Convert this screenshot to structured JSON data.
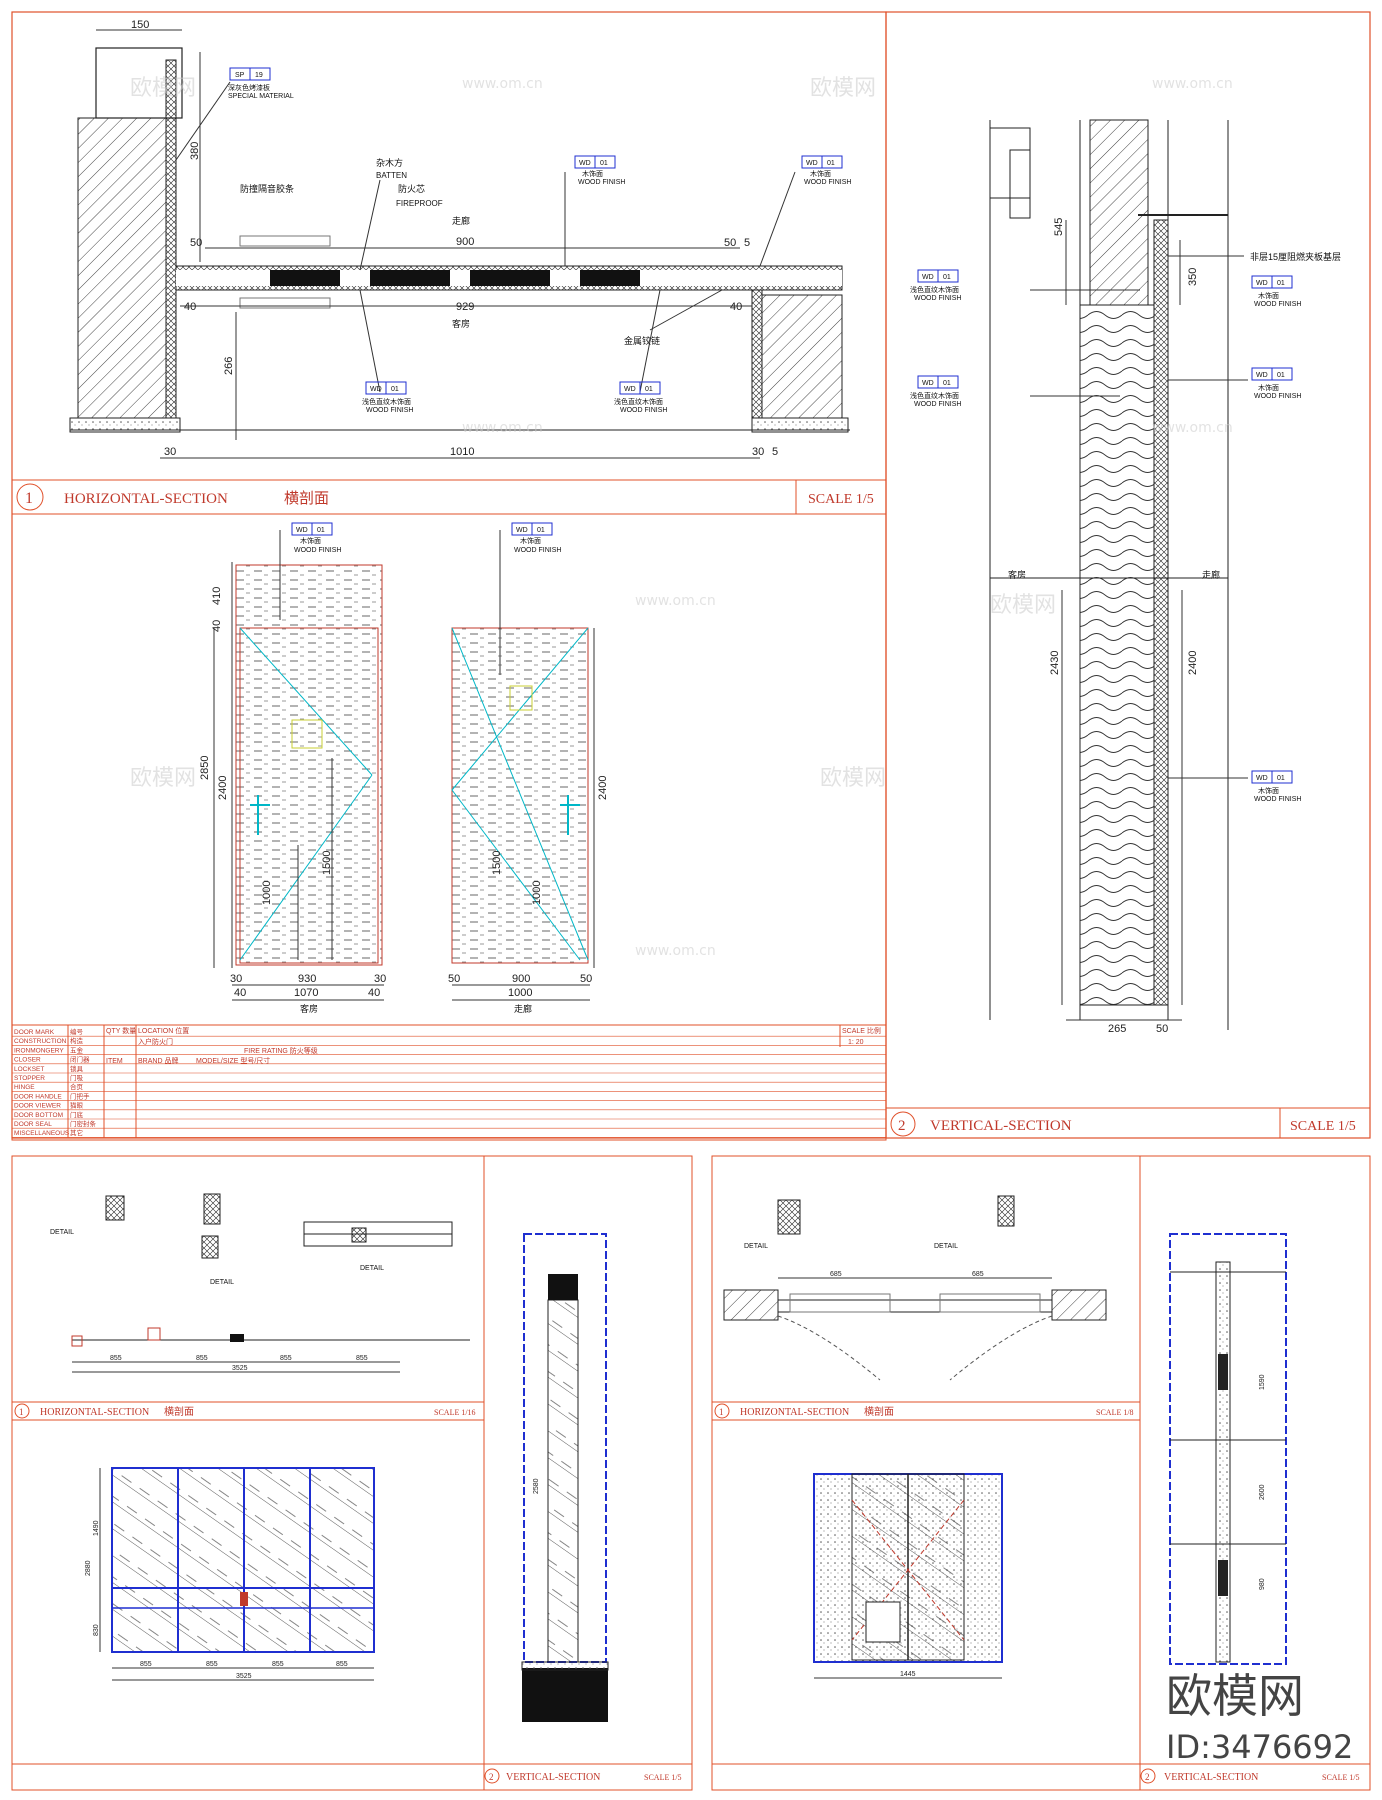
{
  "sheet1": {
    "horizontal_section": {
      "num": "1",
      "title": "HORIZONTAL-SECTION",
      "title_cn": "横剖面",
      "scale": "SCALE 1/5",
      "dims": {
        "d150": "150",
        "d380": "380",
        "d50a": "50",
        "d900": "900",
        "d50b": "50",
        "d5": "5",
        "d40a": "40",
        "d929": "929",
        "d40b": "40",
        "d266": "266",
        "d1010": "1010",
        "d30a": "30",
        "d30b": "30",
        "d5b": "5"
      },
      "notes": {
        "sp_code": "SP",
        "sp_num": "19",
        "sp_cn": "深灰色烤漆板",
        "sp_en": "SPECIAL MATERIAL",
        "seal": "防撞隔音胶条",
        "batten_cn": "杂木方",
        "batten_en": "BATTEN",
        "fire_cn": "防火芯",
        "fire_en": "FIREPROOF",
        "corridor": "走廊",
        "room": "客房",
        "hinge": "金属铰链",
        "wd_code": "WD",
        "wd_num": "01",
        "wood_cn": "木饰面",
        "wood_en": "WOOD FINISH",
        "light_wood_cn": "浅色直纹木饰面"
      }
    },
    "elevations": {
      "left": {
        "d410": "410",
        "d40": "40",
        "d2850": "2850",
        "d2400": "2400",
        "d1500": "1500",
        "d1000": "1000",
        "b30a": "30",
        "b930": "930",
        "b30b": "30",
        "b40a": "40",
        "b1070": "1070",
        "b40b": "40",
        "side": "客房"
      },
      "right": {
        "d2400": "2400",
        "d1500": "1500",
        "d1000": "1000",
        "b50a": "50",
        "b900": "900",
        "b50b": "50",
        "b1000": "1000",
        "side": "走廊"
      }
    },
    "schedule": {
      "rows": [
        {
          "en": "DOOR MARK",
          "cn": "编号"
        },
        {
          "en": "CONSTRUCTION",
          "cn": "构造"
        },
        {
          "en": "IRONMONGERY",
          "cn": "五金"
        },
        {
          "en": "CLOSER",
          "cn": "闭门器"
        },
        {
          "en": "LOCKSET",
          "cn": "锁具"
        },
        {
          "en": "STOPPER",
          "cn": "门吸"
        },
        {
          "en": "HINGE",
          "cn": "合页"
        },
        {
          "en": "DOOR HANDLE",
          "cn": "门把手"
        },
        {
          "en": "DOOR VIEWER",
          "cn": "猫眼"
        },
        {
          "en": "DOOR BOTTOM",
          "cn": "门底"
        },
        {
          "en": "DOOR SEAL",
          "cn": "门密封条"
        },
        {
          "en": "MISCELLANEOUS",
          "cn": "其它"
        }
      ],
      "qty": "QTY 数量",
      "location": "LOCATION 位置",
      "location_val": "入户防火门",
      "scale_lbl": "SCALE 比例",
      "scale_val": "1: 20",
      "fire_rating": "FIRE RATING 防火等级",
      "item": "ITEM",
      "brand": "BRAND 品牌",
      "model": "MODEL/SIZE 型号/尺寸"
    },
    "vertical_section": {
      "num": "2",
      "title": "VERTICAL-SECTION",
      "scale": "SCALE 1/5",
      "dims": {
        "d545": "545",
        "d350": "350",
        "d2430": "2430",
        "d2400": "2400",
        "d265": "265",
        "d50": "50"
      },
      "notes": {
        "plywood": "非层15厘阻燃夹板基层",
        "room": "客房",
        "corridor": "走廊"
      }
    }
  },
  "sheet2": {
    "hs": {
      "num": "1",
      "title": "HORIZONTAL-SECTION",
      "title_cn": "横剖面",
      "scale": "SCALE 1/16"
    },
    "vs": {
      "num": "2",
      "title": "VERTICAL-SECTION",
      "scale": "SCALE 1/5"
    },
    "dims": {
      "d855a": "855",
      "d855b": "855",
      "d855c": "855",
      "d855d": "855",
      "d3525": "3525",
      "e855a": "855",
      "e855b": "855",
      "e855c": "855",
      "e855d": "855",
      "e3525": "3525",
      "e1490": "1490",
      "e2880": "2880",
      "e830": "830",
      "v2580": "2580"
    },
    "detail": "DETAIL"
  },
  "sheet3": {
    "hs": {
      "num": "1",
      "title": "HORIZONTAL-SECTION",
      "title_cn": "横剖面",
      "scale": "SCALE 1/8"
    },
    "vs": {
      "num": "2",
      "title": "VERTICAL-SECTION",
      "scale": "SCALE 1/5"
    },
    "dims": {
      "d685a": "685",
      "d685b": "685",
      "d1445": "1445",
      "v1590": "1590",
      "v2600": "2600",
      "v980": "980"
    },
    "detail": "DETAIL"
  },
  "watermarks": {
    "site": "www.om.cn",
    "logo": "欧模网",
    "badge_logo": "欧模网",
    "badge_id": "ID:3476692"
  },
  "colors": {
    "frame": "#e0502a",
    "line": "#111111",
    "dim": "#333333",
    "accent": "#00b7c7",
    "blue": "#1f2fd0",
    "title": "#c0392b",
    "hatch": "#555555"
  }
}
